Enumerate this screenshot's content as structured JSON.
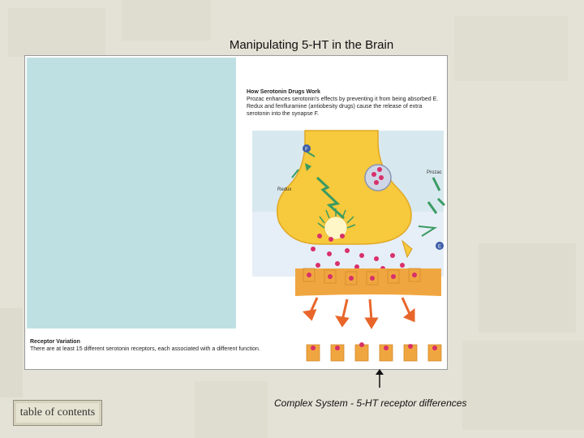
{
  "slide": {
    "title": "Manipulating 5-HT in the Brain",
    "bottom_caption": "Complex System - 5-HT receptor differences",
    "toc_label": "table of contents"
  },
  "figure": {
    "heading": "How Serotonin Drugs Work",
    "body": "Prozac enhances serotonin's effects by preventing it from being absorbed E. Redux and fenfluramine (antiobesity drugs) cause the release of extra serotonin into the synapse F.",
    "labels": {
      "redux": "Redux",
      "prozac": "Prozac",
      "marker_f": "F",
      "marker_e": "E"
    },
    "receptor_heading": "Receptor Variation",
    "receptor_text": "There are at least 15 different serotonin receptors, each associated with a different function."
  },
  "colors": {
    "neuron": "#f7c93c",
    "serotonin": "#d8306a",
    "receptor": "#f0a640",
    "arrow": "#e8662a",
    "drug": "#3a9b62",
    "blue_panel": "#bfe0e3",
    "marker": "#3c5ea8"
  }
}
